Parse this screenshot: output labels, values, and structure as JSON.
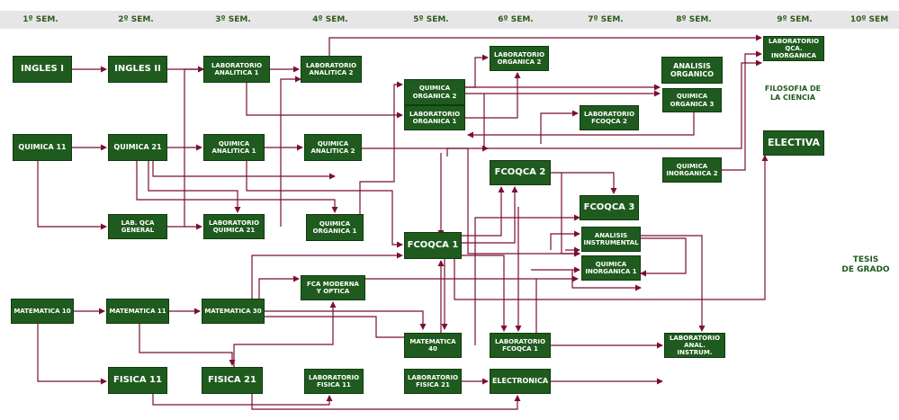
{
  "semesters": [
    "1º SEM.",
    "2º SEM.",
    "3º SEM.",
    "4º SEM.",
    "5º SEM.",
    "6º SEM.",
    "7º SEM.",
    "8º SEM.",
    "9º SEM.",
    "10º SEM"
  ],
  "nodes": {
    "ingles1": "INGLES  I",
    "ingles2": "INGLES  II",
    "lab_analitica1": "LABORATORIO\nANALITICA 1",
    "lab_analitica2": "LABORATORIO\nANALITICA 2",
    "lab_organica2": "LABORATORIO\nORGANICA 2",
    "lab_qca_inorganica": "LABORATORIO\nQCA. INORGANICA",
    "analisis_organico": "ANALISIS\nORGANICO",
    "quimica_organica2": "QUIMICA\nORGANICA 2",
    "quimica_organica3": "QUIMICA\nORGANICA 3",
    "filosofia": "FILOSOFIA DE\nLA CIENCIA",
    "lab_organica1": "LABORATORIO\nORGANICA 1",
    "lab_fcoqca2": "LABORATORIO\nFCOQCA 2",
    "quimica11": "QUIMICA 11",
    "quimica21": "QUIMICA 21",
    "quimica_analitica1": "QUIMICA\nANALITICA 1",
    "quimica_analitica2": "QUIMICA\nANALITICA 2",
    "electiva": "ELECTIVA",
    "fcoqca2": "FCOQCA 2",
    "quimica_inorganica2": "QUIMICA\nINORGANICA 2",
    "fcoqca3": "FCOQCA 3",
    "lab_qca_general": "LAB. QCA\nGENERAL",
    "lab_quimica21": "LABORATORIO\nQUIMICA 21",
    "quimica_organica1": "QUIMICA\nORGANICA 1",
    "fcoqca1": "FCOQCA 1",
    "analisis_instrumental": "ANALISIS\nINSTRUMENTAL",
    "quimica_inorganica1": "QUIMICA\nINORGANICA 1",
    "tesis": "TESIS\nDE GRADO",
    "fca_moderna": "FCA MODERNA\nY OPTICA",
    "matematica10": "MATEMATICA 10",
    "matematica11": "MATEMATICA 11",
    "matematica30": "MATEMATICA 30",
    "matematica40": "MATEMATICA 40",
    "lab_fcoqca1": "LABORATORIO\nFCOQCA 1",
    "lab_anal_instrum": "LABORATORIO\nANAL. INSTRUM.",
    "fisica11": "FISICA 11",
    "fisica21": "FISICA 21",
    "lab_fisica11": "LABORATORIO\nFISICA 11",
    "lab_fisica21": "LABORATORIO\nFISICA 21",
    "electronica": "ELECTRONICA"
  },
  "colors": {
    "node_fill": "#1f5b1e",
    "link": "#7a0f33",
    "header_text": "#2e5a1c",
    "header_bg": "#e6e6e6"
  }
}
